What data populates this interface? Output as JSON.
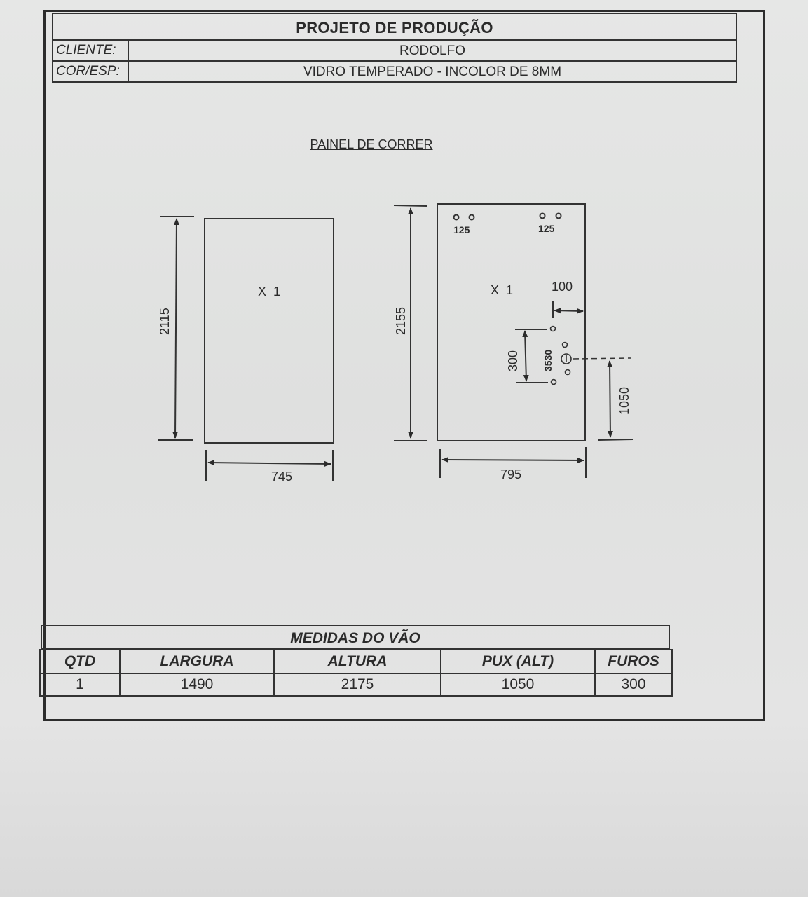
{
  "header": {
    "title": "PROJETO DE PRODUÇÃO",
    "client_label": "CLIENTE:",
    "client_value": "RODOLFO",
    "color_label": "COR/ESP:",
    "color_value": "VIDRO TEMPERADO - INCOLOR DE 8MM"
  },
  "drawing": {
    "title": "PAINEL DE CORRER",
    "panel1": {
      "quantity_label": "X  1",
      "height": "2115",
      "width": "745"
    },
    "panel2": {
      "quantity_label": "X  1",
      "height": "2155",
      "width": "795",
      "hole_left_label": "125",
      "hole_right_label": "125",
      "edge_offset": "100",
      "handle_spacing": "300",
      "handle_small": "3530",
      "handle_height": "1050"
    }
  },
  "table": {
    "title": "MEDIDAS DO VÃO",
    "headers": [
      "QTD",
      "LARGURA",
      "ALTURA",
      "PUX (ALT)",
      "FUROS"
    ],
    "row": [
      "1",
      "1490",
      "2175",
      "1050",
      "300"
    ]
  }
}
